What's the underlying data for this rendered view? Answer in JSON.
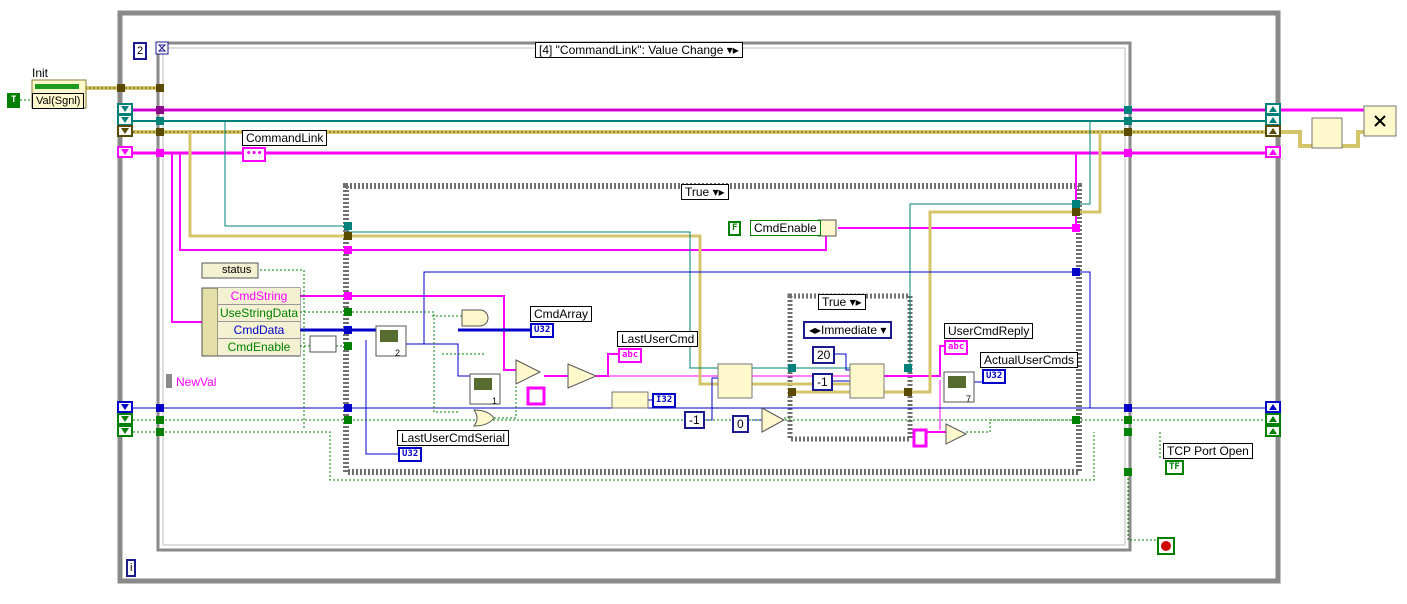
{
  "loop": {
    "count_terminal": "2",
    "iteration_terminal": "i"
  },
  "event_case": {
    "selector_label": "[4] \"CommandLink\": Value Change"
  },
  "case_outer": {
    "selector_label": "True"
  },
  "case_inner": {
    "selector_label": "True"
  },
  "init": {
    "label": "Init",
    "property": "Val(Sgnl)",
    "bool_constant": "T"
  },
  "labels": {
    "command_link": "CommandLink",
    "status": "status",
    "new_val": "NewVal",
    "cmd_array": "CmdArray",
    "last_user_cmd": "LastUserCmd",
    "last_user_cmd_serial": "LastUserCmdSerial",
    "cmd_enable": "CmdEnable",
    "user_cmd_reply": "UserCmdReply",
    "actual_user_cmds": "ActualUserCmds",
    "tcp_port_open": "TCP Port Open"
  },
  "unbundle_fields": [
    "CmdString",
    "UseStringData",
    "CmdData",
    "CmdEnable"
  ],
  "constants": {
    "false_const": "F",
    "mode_enum": "Immediate",
    "timeout_20": "20",
    "minus_one_a": "-1",
    "minus_one_b": "-1",
    "zero": "0",
    "subvi_index_1": "1",
    "subvi_index_2": "2",
    "subvi_index_7": "7"
  },
  "terminal_types": {
    "u32": "U32",
    "i32": "I32",
    "tf": "TF",
    "abc": "abc"
  },
  "colors": {
    "string_wire": "#ff00ff",
    "u32_wire": "#0000c8",
    "error_wire_dark": "#5a4a00",
    "error_wire_light": "#d4c46a",
    "refnum_wire": "#00807a",
    "bool_wire": "#008000",
    "frame_gray": "#8a8a8a"
  }
}
